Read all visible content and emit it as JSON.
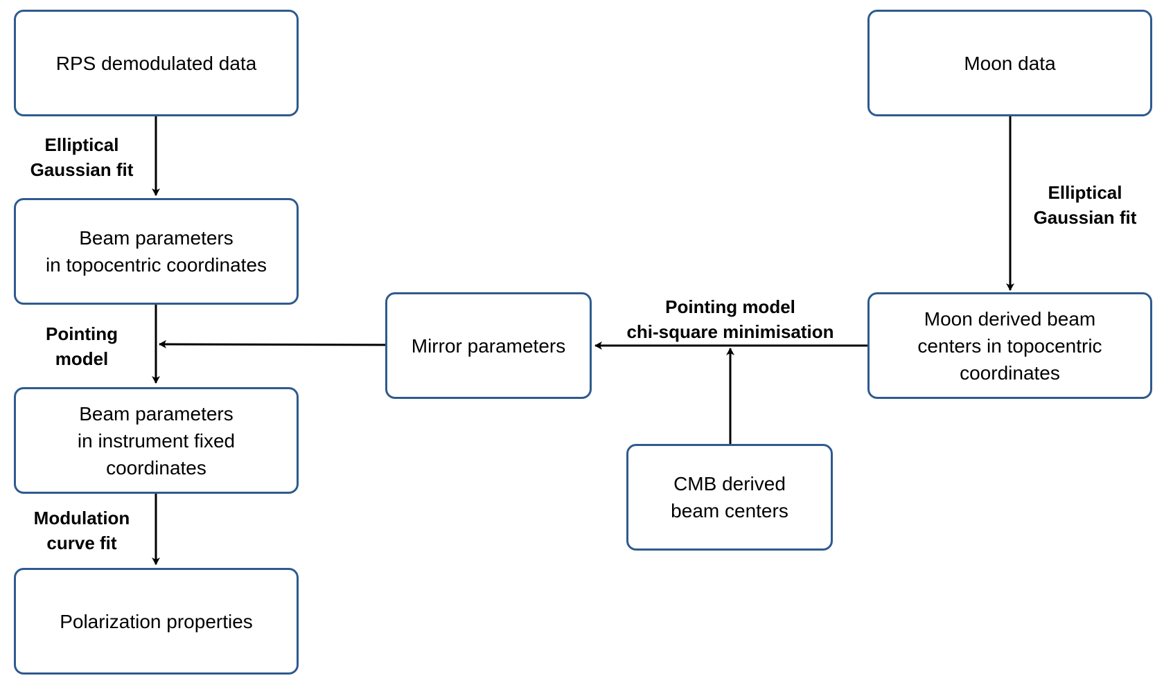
{
  "boxes": {
    "rps": {
      "lines": [
        "RPS demodulated data"
      ]
    },
    "beam_topo": {
      "lines": [
        "Beam parameters",
        "in topocentric coordinates"
      ]
    },
    "beam_inst": {
      "lines": [
        "Beam parameters",
        "in instrument fixed",
        "coordinates"
      ]
    },
    "polarization": {
      "lines": [
        "Polarization properties"
      ]
    },
    "mirror": {
      "lines": [
        "Mirror parameters"
      ]
    },
    "moon_data": {
      "lines": [
        "Moon data"
      ]
    },
    "moon_centers": {
      "lines": [
        "Moon derived beam",
        "centers in topocentric",
        "coordinates"
      ]
    },
    "cmb": {
      "lines": [
        "CMB derived",
        "beam centers"
      ]
    }
  },
  "labels": {
    "fit_left": {
      "lines": [
        "Elliptical",
        "Gaussian fit"
      ]
    },
    "pointing": {
      "lines": [
        "Pointing",
        "model"
      ]
    },
    "modulation": {
      "lines": [
        "Modulation",
        "curve fit"
      ]
    },
    "fit_right": {
      "lines": [
        "Elliptical",
        "Gaussian fit"
      ]
    },
    "chi_square": {
      "lines": [
        "Pointing model",
        "chi-square minimisation"
      ]
    }
  },
  "colors": {
    "box_border": "#2e5a8e",
    "arrow": "#000000"
  }
}
